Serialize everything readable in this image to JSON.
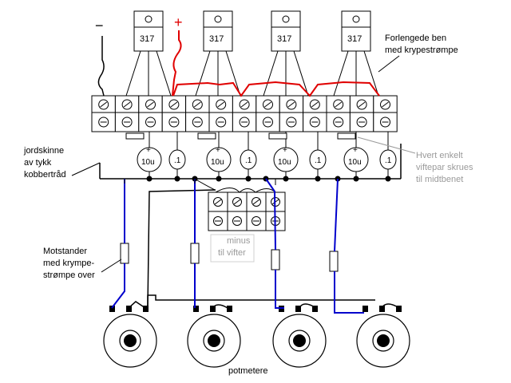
{
  "diagram": {
    "colors": {
      "wire": "#000000",
      "positive_wire": "#e00000",
      "fan_wire": "#0000cc",
      "note_text": "#9a9a9a",
      "background": "#ffffff"
    },
    "symbols": {
      "minus": "−",
      "plus": "+"
    },
    "regulators": [
      "317",
      "317",
      "317",
      "317"
    ],
    "capacitors": [
      "10u",
      ".1",
      "10u",
      ".1",
      "10u",
      ".1",
      "10u",
      ".1"
    ],
    "cap_polarity": "+",
    "labels": {
      "extended_legs": "Forlengede ben",
      "extended_legs_2": "med krypestrømpe",
      "ground_rail": "jordskinne",
      "ground_rail_2": "av tykk",
      "ground_rail_3": "kobbertråd",
      "fan_pair": "Hvert enkelt",
      "fan_pair_2": "viftepar skrues",
      "fan_pair_3": "til midtbenet",
      "resistor": "Motstander",
      "resistor_2": "med krympe-",
      "resistor_3": "strømpe over",
      "minus_fans": "minus",
      "minus_fans_2": "til vifter",
      "pots": "potmetere"
    }
  }
}
